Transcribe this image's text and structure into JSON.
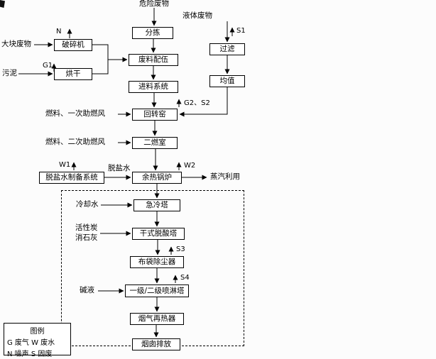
{
  "diagram": {
    "nodes": {
      "hazardous_waste": "危险废物",
      "sorting": "分拣",
      "blending": "废料配伍",
      "feeding_system": "进料系统",
      "rotary_kiln": "回转窑",
      "secondary_chamber": "二燃室",
      "waste_heat_boiler": "余热锅炉",
      "quench_tower": "急冷塔",
      "dry_deacid_tower": "干式脱酸塔",
      "bag_filter": "布袋除尘器",
      "spray_tower": "一级/二级喷淋塔",
      "flue_gas_reheater": "烟气再热器",
      "stack_discharge": "烟囱排放",
      "crusher": "破碎机",
      "dryer": "烘干",
      "demin_water_system": "脱盐水制备系统",
      "filter": "过滤",
      "homogenizer": "均值"
    },
    "streams": {
      "bulk_waste": "大块废物",
      "sludge": "污泥",
      "liquid_waste": "液体废物",
      "fuel_primary_air": "燃料、一次助燃风",
      "fuel_secondary_air": "燃料、二次助燃风",
      "demin_water": "脱盐水",
      "steam_use": "蒸汽利用",
      "cooling_water": "冷却水",
      "activated_carbon": "活性炭",
      "slaked_lime": "消石灰",
      "alkali_liquor": "碱液"
    },
    "emissions": {
      "noise": "N",
      "g1": "G1",
      "s1": "S1",
      "g2_s2": "G2、S2",
      "w1": "W1",
      "w2": "W2",
      "s3": "S3",
      "s4": "S4"
    },
    "legend": {
      "title": "图例",
      "row1": "G 废气 W 废水",
      "row2": "N 噪声 S 固废"
    }
  }
}
